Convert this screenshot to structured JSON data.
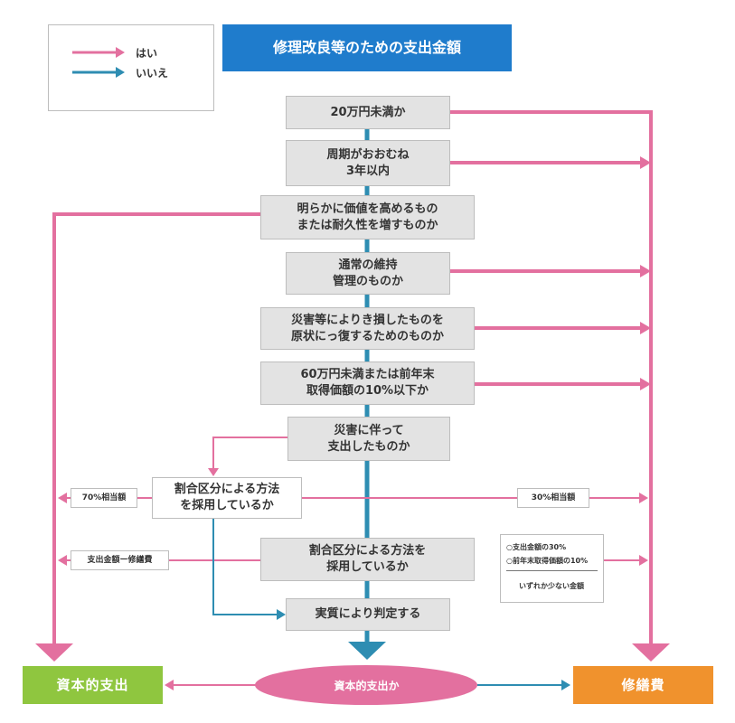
{
  "colors": {
    "yes": "#e3709f",
    "no": "#2e8db2",
    "title_bg": "#1f7ccc",
    "capital_bg": "#8fc63f",
    "repair_bg": "#f0922d",
    "oval_bg": "#e3709f"
  },
  "legend": {
    "yes_label": "はい",
    "no_label": "いいえ"
  },
  "title": "修理改良等のための支出金額",
  "questions": {
    "q1": [
      "20万円未満か"
    ],
    "q2": [
      "周期がおおむね",
      "3年以内"
    ],
    "q3": [
      "明らかに価値を高めるもの",
      "または耐久性を増すものか"
    ],
    "q4": [
      "通常の維持",
      "管理のものか"
    ],
    "q5": [
      "災害等によりき損したものを",
      "原状にっ復するためのものか"
    ],
    "q6": [
      "60万円未満または前年末",
      "取得価額の10%以下か"
    ],
    "q7": [
      "災害に伴って",
      "支出したものか"
    ],
    "q8": [
      "割合区分による方法",
      "を採用しているか"
    ],
    "q9": [
      "割合区分による方法を",
      "採用しているか"
    ],
    "q10": [
      "実質により判定する"
    ]
  },
  "labels": {
    "pct70": "70%相当額",
    "pct30": "30%相当額",
    "minus_repair": "支出金額ー修繕費"
  },
  "note": {
    "line1": "○支出金額の30%",
    "line2": "○前年末取得価額の10%",
    "line3": "いずれか少ない金額"
  },
  "outcomes": {
    "capital": "資本的支出",
    "question": "資本的支出か",
    "repair": "修繕費"
  }
}
